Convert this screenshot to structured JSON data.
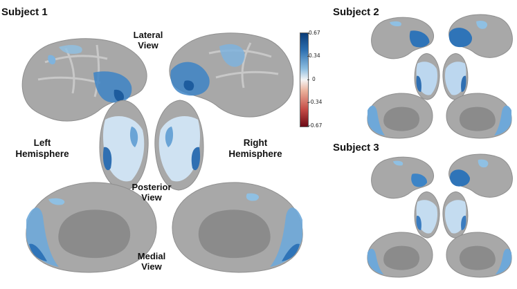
{
  "panel_titles": {
    "subject1": "Subject 1",
    "subject2": "Subject 2",
    "subject3": "Subject 3"
  },
  "view_labels": {
    "lateral": "Lateral\nView",
    "posterior": "Posterior\nView",
    "medial": "Medial\nView"
  },
  "hemisphere_labels": {
    "left": "Left\nHemisphere",
    "right": "Right\nHemisphere"
  },
  "colorbar": {
    "ticks": [
      "0.67",
      "0.34",
      "0",
      "-0.34",
      "-0.67"
    ],
    "max_color": "#0a3c78",
    "mid_color": "#f5f5f5",
    "min_color": "#6b0a16"
  },
  "colors": {
    "cortex": "#a9a9a9",
    "activation": "#2f7ac0"
  }
}
